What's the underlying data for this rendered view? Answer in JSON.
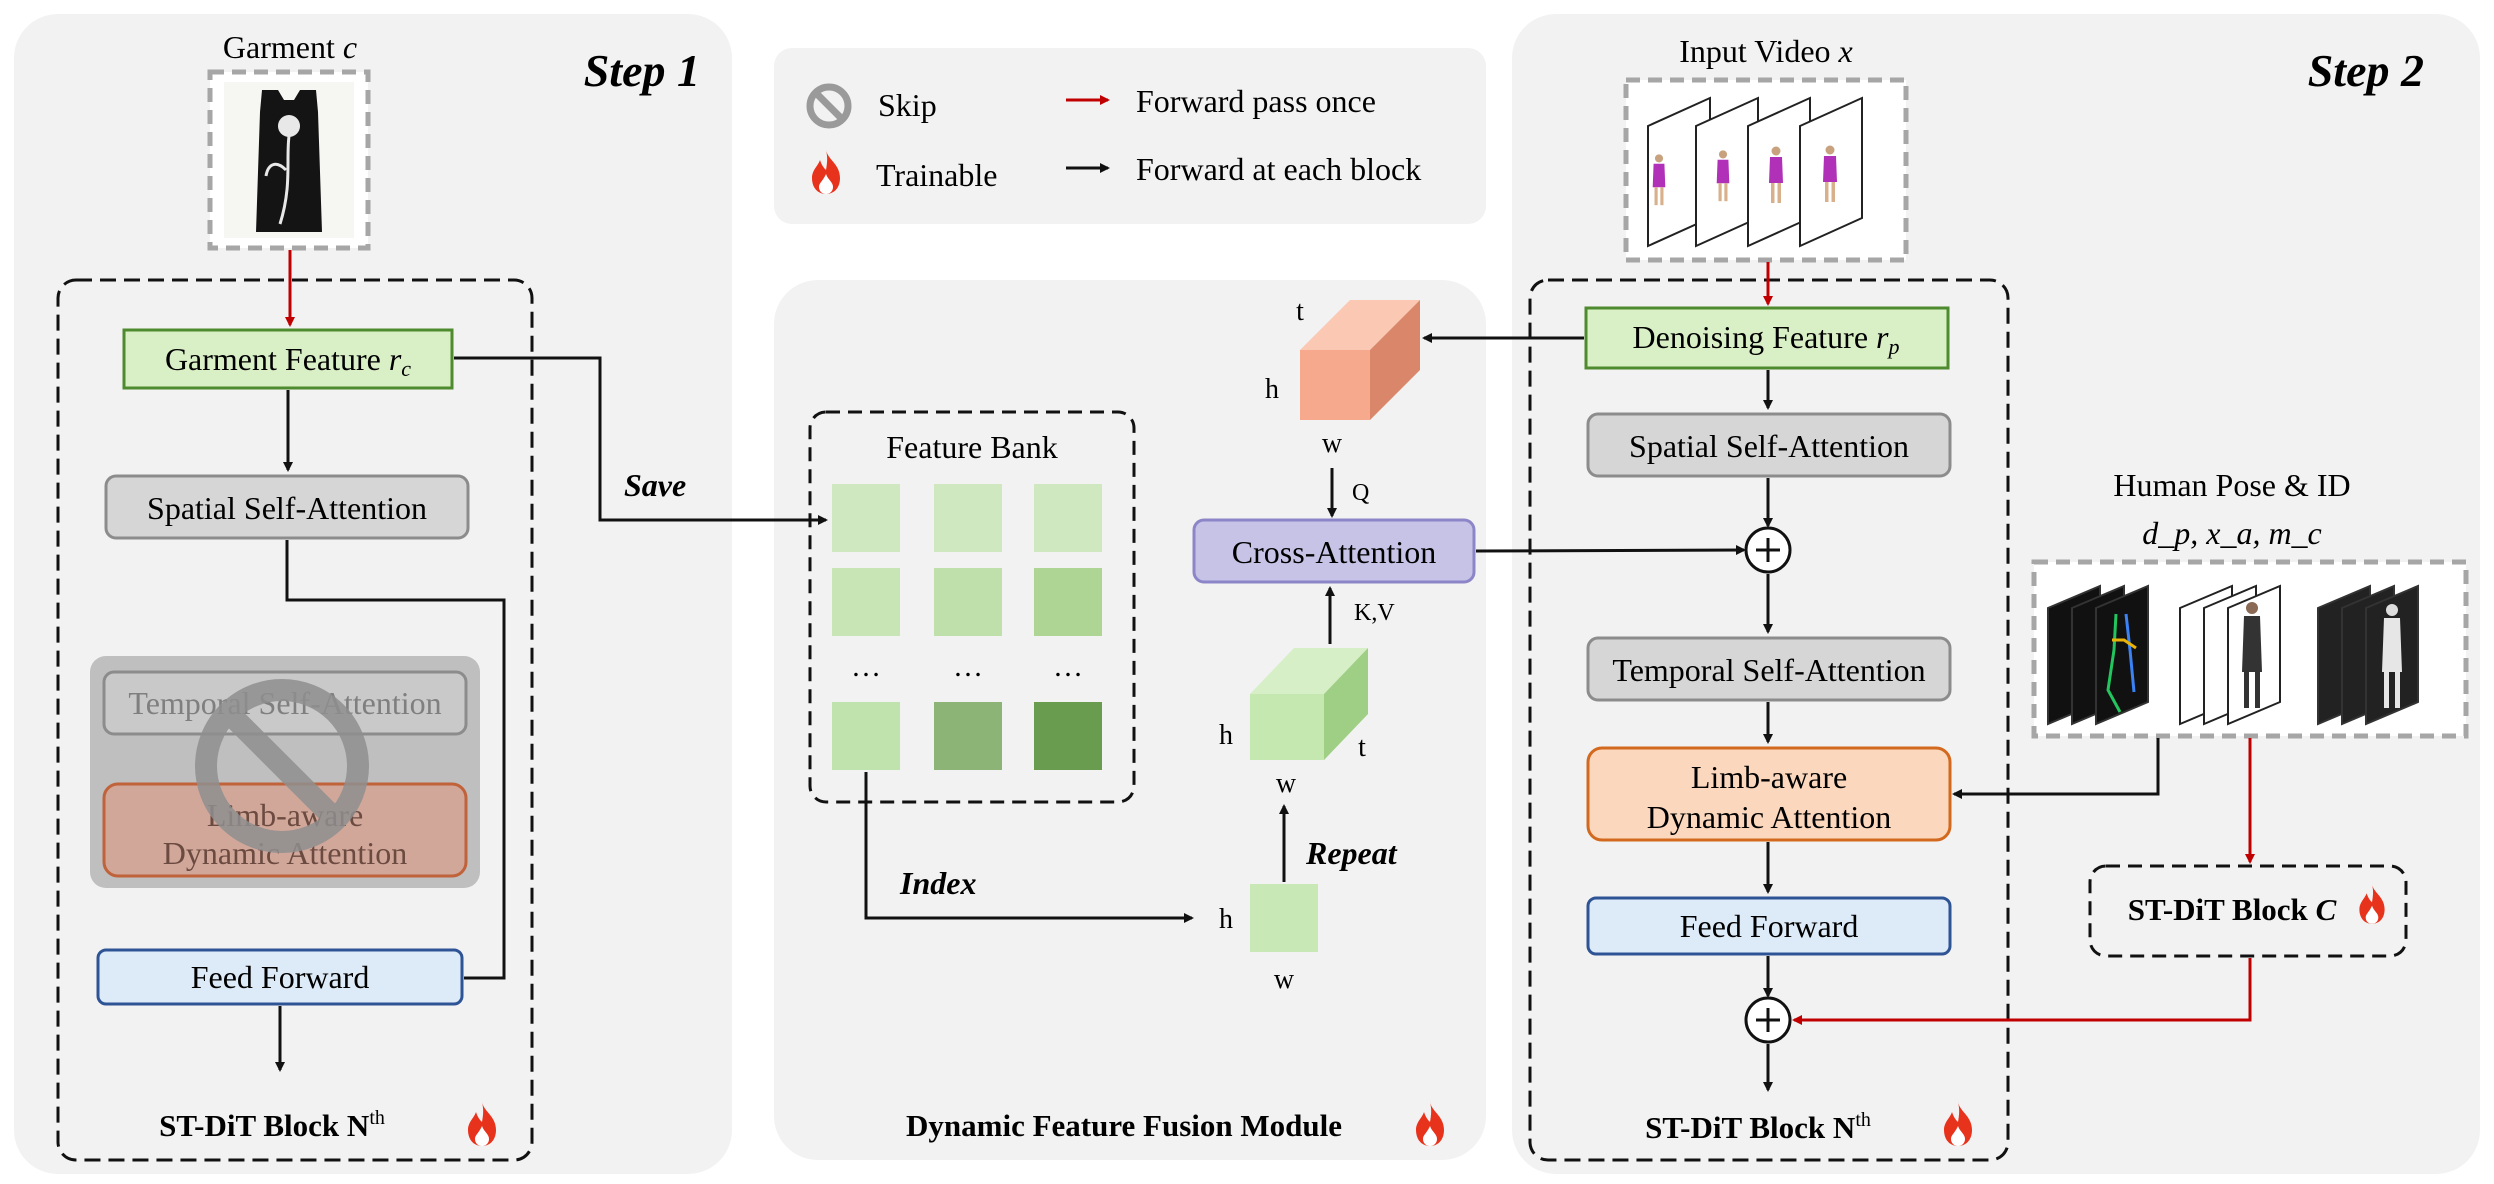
{
  "step1": {
    "title": "Step 1",
    "garment_label": "Garment",
    "garment_var": "c",
    "garment_feature": "Garment Feature",
    "garment_feature_var": "r",
    "garment_feature_sub": "c",
    "spatial_attn": "Spatial Self-Attention",
    "temporal_attn": "Temporal Self-Attention",
    "limb_attn_line1": "Limb-aware",
    "limb_attn_line2": "Dynamic Attention",
    "feed_forward": "Feed Forward",
    "block_label": "ST-DiT Block N",
    "block_sup": "th"
  },
  "legend": {
    "skip": "Skip",
    "trainable": "Trainable",
    "forward_once": "Forward pass once",
    "forward_each": "Forward at each block",
    "color_once": "#c00000",
    "color_each": "#111111"
  },
  "fusion": {
    "title": "Dynamic Feature Fusion Module",
    "save_label": "Save",
    "feature_bank": "Feature Bank",
    "ellipsis": "…",
    "index_label": "Index",
    "repeat_label": "Repeat",
    "cross_attn": "Cross-Attention",
    "q_label": "Q",
    "kv_label": "K,V",
    "dim_t": "t",
    "dim_h": "h",
    "dim_w": "w"
  },
  "step2": {
    "title": "Step 2",
    "input_video": "Input Video",
    "input_var": "x",
    "denoising_feature": "Denoising Feature",
    "denoising_var": "r",
    "denoising_sub": "p",
    "spatial_attn": "Spatial Self-Attention",
    "temporal_attn": "Temporal Self-Attention",
    "limb_attn_line1": "Limb-aware",
    "limb_attn_line2": "Dynamic Attention",
    "feed_forward": "Feed Forward",
    "block_label": "ST-DiT Block N",
    "block_sup": "th",
    "pose_title": "Human Pose & ID",
    "pose_vars": "d_p, x_a, m_c",
    "control_block": "ST-DiT Block",
    "control_var": "C"
  },
  "colors": {
    "green_box": "#d9f0c7",
    "green_border": "#4e8a2e",
    "gray_box": "#d6d6d6",
    "orange_box": "#fbd7bd",
    "orange_border": "#d2691e",
    "blue_box": "#ddeaf7",
    "blue_border": "#2f5496",
    "purple_box": "#c6c3e6",
    "panel_bg": "#f2f2f2",
    "salmon": "#f6a98c",
    "flame": "#e8331c"
  }
}
